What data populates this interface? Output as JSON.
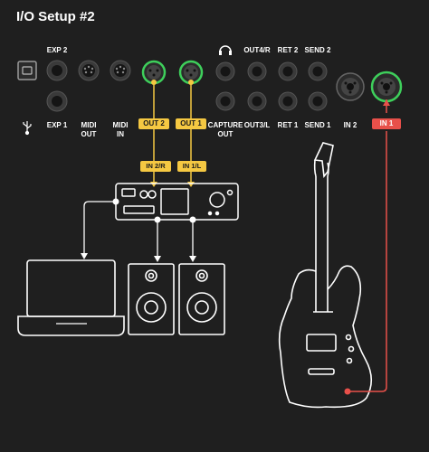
{
  "title": "I/O Setup #2",
  "colors": {
    "background": "#1f1f1f",
    "accent_yellow": "#f5c842",
    "accent_green": "#3ecf5b",
    "accent_red": "#e8504a",
    "line": "#ffffff"
  },
  "top_labels": {
    "exp2": "EXP 2",
    "out4r": "OUT4/R",
    "ret2": "RET 2",
    "send2": "SEND 2",
    "headphone_icon": "headphones-icon"
  },
  "bottom_labels": {
    "usb_icon": "usb-icon",
    "exp1": "EXP 1",
    "midi_out_1": "MIDI",
    "midi_out_2": "OUT",
    "midi_in_1": "MIDI",
    "midi_in_2": "IN",
    "capture_1": "CAPTURE",
    "capture_2": "OUT",
    "out3l": "OUT3/L",
    "ret1": "RET 1",
    "send1": "SEND 1",
    "in2": "IN 2"
  },
  "badges": {
    "out2": "OUT 2",
    "out1": "OUT 1",
    "in1": "IN 1",
    "in2r": "IN 2/R",
    "in1l": "IN 1/L"
  }
}
